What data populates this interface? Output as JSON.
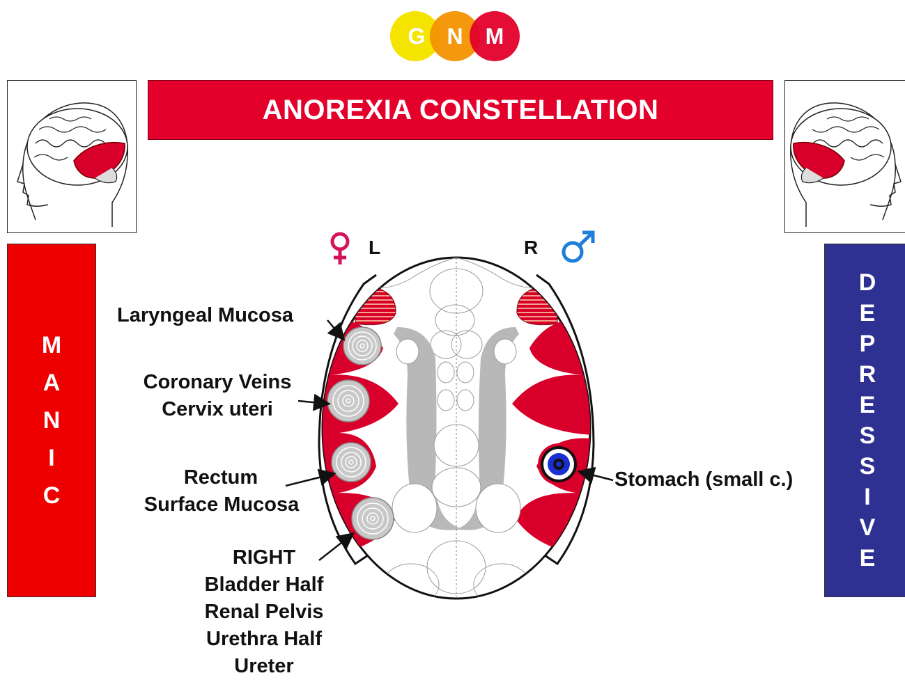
{
  "logo": {
    "letters": [
      "G",
      "N",
      "M"
    ],
    "colors": [
      "#f5e400",
      "#f39200",
      "#e3002a"
    ]
  },
  "title": "ANOREXIA CONSTELLATION",
  "left_bar": {
    "word": "MANIC",
    "color": "#ee0000"
  },
  "right_bar": {
    "word": "DEPRESSIVE",
    "color": "#2e3192"
  },
  "side_markers": {
    "left": "L",
    "right": "R",
    "female_icon": "female-symbol",
    "male_icon": "male-symbol"
  },
  "labels": {
    "laryngeal": "Laryngeal Mucosa",
    "coronary_1": "Coronary Veins",
    "coronary_2": "Cervix uteri",
    "rectum_1": "Rectum",
    "rectum_2": "Surface Mucosa",
    "right_1": "RIGHT",
    "right_2": "Bladder Half",
    "right_3": "Renal Pelvis",
    "right_4": "Urethra Half",
    "right_5": "Ureter",
    "stomach": "Stomach (small c.)"
  },
  "colors": {
    "relay_red": "#d8002a",
    "stripe": "#f3a08a",
    "ring_grey": "#c8c8c8",
    "organ_grey": "#b8b8b8",
    "stomach_blue": "#1a2fd0"
  }
}
